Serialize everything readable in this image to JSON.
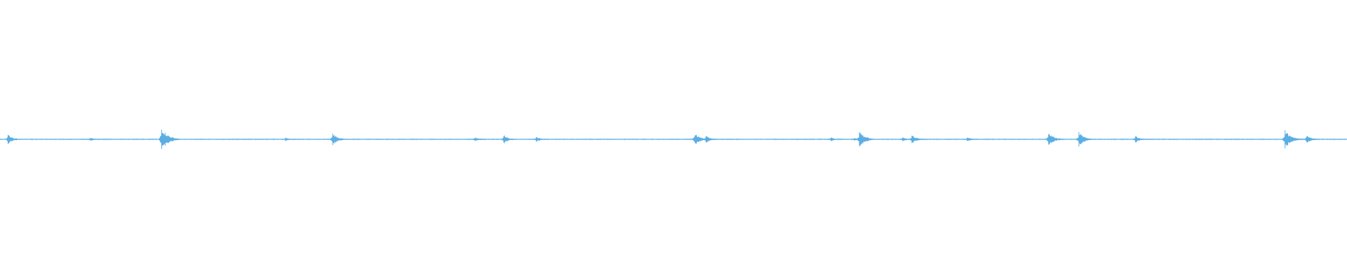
{
  "waveform": {
    "color": "#5aaee3",
    "background": "#ffffff",
    "baseline_amplitude": 0.008,
    "peak_amplitudes": [
      0.18,
      0.06,
      0.42,
      0.06,
      0.22,
      0.05,
      0.16,
      0.1,
      0.22,
      0.14,
      0.08,
      0.05,
      0.3,
      0.16,
      0.08,
      0.26,
      0.12,
      0.06,
      0.26,
      0.07,
      0.06,
      0.34,
      0.16
    ],
    "peak_times": [
      0.006,
      0.067,
      0.12,
      0.212,
      0.247,
      0.352,
      0.374,
      0.398,
      0.516,
      0.524,
      0.617,
      0.634,
      0.638,
      0.677,
      0.718,
      0.801,
      0.843,
      0.96,
      0.7785,
      0.67,
      0.353,
      0.954,
      0.97
    ],
    "duration_fraction_end": 1.0
  }
}
